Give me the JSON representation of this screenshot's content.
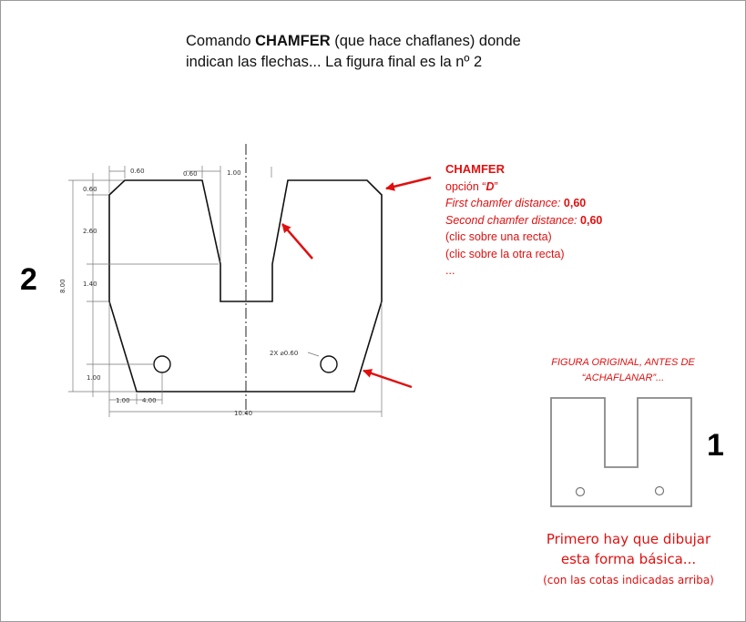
{
  "title": {
    "prefix": "Comando ",
    "command": "CHAMFER",
    "suffix": " (que hace chaflanes) donde",
    "line2": "indican las flechas... La figura final es la nº 2"
  },
  "figure_labels": {
    "final": "2",
    "original": "1"
  },
  "chamfer_note": {
    "heading": "CHAMFER",
    "option_prefix": "opción “",
    "option_value": "D",
    "option_suffix": "”",
    "first_label": "First chamfer distance",
    "first_value": "0,60",
    "second_label": "Second chamfer distance:",
    "second_value": "0,60",
    "step1": "(clic sobre una recta)",
    "step2": "(clic sobre la otra recta)",
    "ellipsis": "..."
  },
  "original_caption": {
    "line1": "FIGURA ORIGINAL, ANTES DE",
    "line2": "“ACHAFLANAR”..."
  },
  "bottom_note": {
    "line1": "Primero hay que dibujar",
    "line2": "esta forma básica...",
    "line3": "(con las cotas indicadas arriba)"
  },
  "dimensions": {
    "top_left": "0.60",
    "top_mid": "0.60",
    "top_right": "1.00",
    "left_a": "0.60",
    "left_b": "2.60",
    "left_c": "1.40",
    "left_d": "1.00",
    "overall_height": "8.00",
    "bottom_a": "1.00",
    "bottom_b": "4.00",
    "overall_width": "10.40",
    "holes": "2X ⌀0.60"
  },
  "colors": {
    "annotation": "#e01010",
    "drawing": "#111111",
    "dimension": "#555555"
  }
}
